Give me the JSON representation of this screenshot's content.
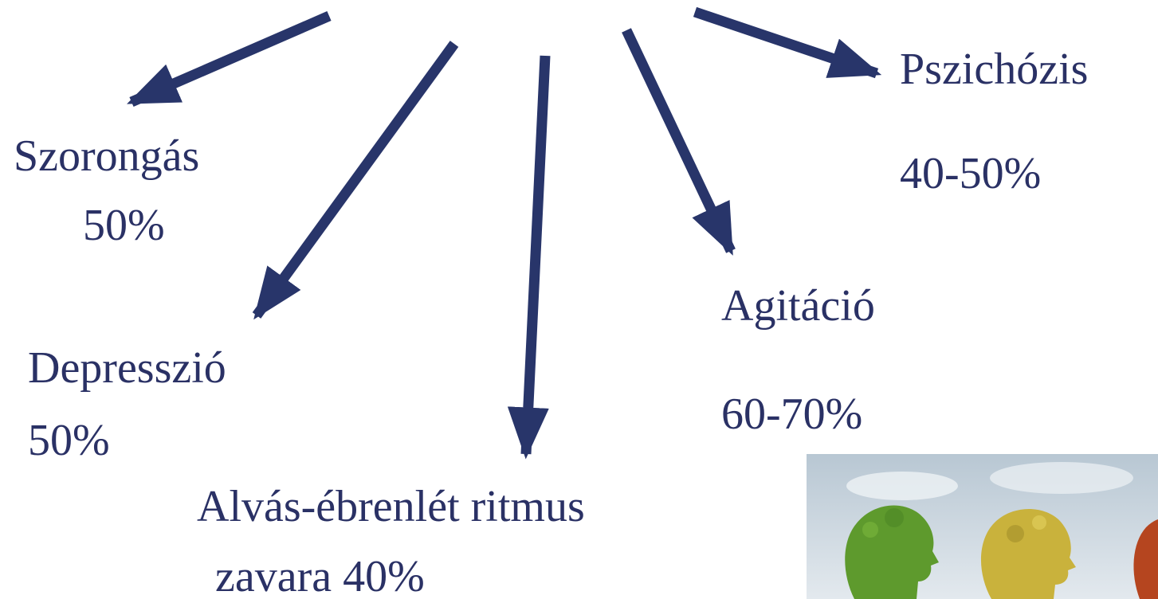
{
  "colors": {
    "text": "#2a3165",
    "arrow": "#28356a",
    "sky": "#c7d3dc",
    "tree_green": "#5e9a2d",
    "tree_yellow": "#c9b23c",
    "tree_red": "#b5451f"
  },
  "labels": {
    "szorongas": "Szorongás",
    "szorongas_pct": "50%",
    "depresszio": "Depresszió",
    "depresszio_pct": "50%",
    "alvas_line1": "Alvás-ébrenlét ritmus",
    "alvas_line2": "zavara 40%",
    "agitacio": "Agitáció",
    "agitacio_pct": "60-70%",
    "pszichozis": "Pszichózis",
    "pszichozis_pct": "40-50%"
  },
  "image": {
    "subject": "tree-shaped human heads in green, yellow and red"
  }
}
